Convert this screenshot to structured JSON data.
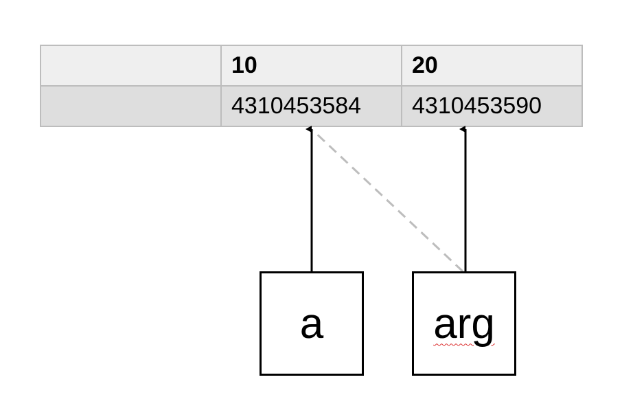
{
  "memory": {
    "values": [
      "",
      "10",
      "20"
    ],
    "addresses": [
      "",
      "4310453584",
      "4310453590"
    ]
  },
  "variables": {
    "a": "a",
    "arg": "arg"
  },
  "colors": {
    "value_row_bg": "#efefef",
    "address_row_bg": "#dedede",
    "cell_border": "#bdbdbd",
    "arrow": "#000000",
    "dashed_reference": "#bdbdbd",
    "spellcheck_underline": "#dd3333"
  }
}
